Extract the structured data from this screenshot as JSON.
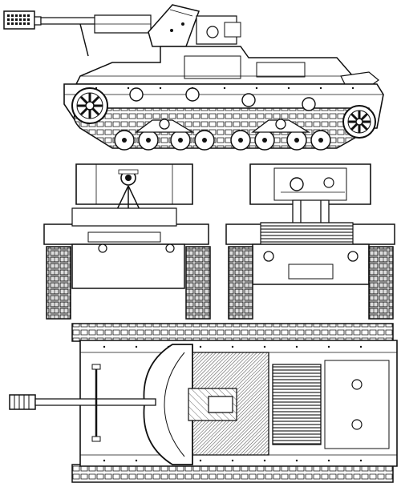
{
  "drawing": {
    "views": [
      "side",
      "front",
      "rear",
      "top"
    ],
    "line_color": "#111111",
    "fill_color": "#ffffff",
    "hatch_color": "#333333"
  }
}
